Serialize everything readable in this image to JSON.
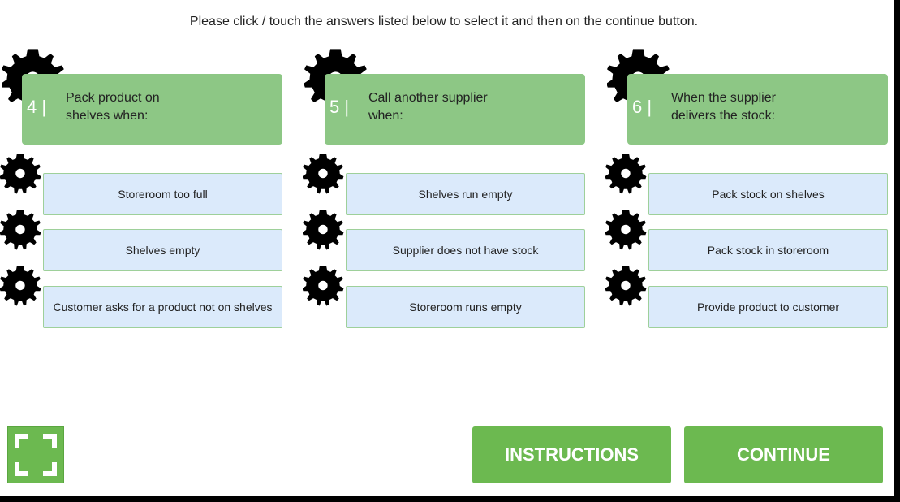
{
  "instruction": "Please click / touch the answers listed below to select it and then on the continue button.",
  "questions": [
    {
      "number": "4 |",
      "text": "Pack product on shelves when:",
      "answers": [
        "Storeroom too full",
        "Shelves empty",
        "Customer asks for a product not on shelves"
      ]
    },
    {
      "number": "5 |",
      "text": "Call another supplier when:",
      "answers": [
        "Shelves run empty",
        "Supplier does not have stock",
        "Storeroom runs empty"
      ]
    },
    {
      "number": "6 |",
      "text": "When the supplier delivers the stock:",
      "answers": [
        "Pack stock on shelves",
        "Pack stock in storeroom",
        "Provide product to customer"
      ]
    }
  ],
  "buttons": {
    "instructions": "INSTRUCTIONS",
    "continue": "CONTINUE"
  },
  "icons": {
    "fullscreen": "fullscreen-icon",
    "gear": "gear-icon"
  },
  "colors": {
    "question_bg": "#8dc785",
    "answer_bg": "#dbeafb",
    "button_bg": "#6cb950"
  }
}
